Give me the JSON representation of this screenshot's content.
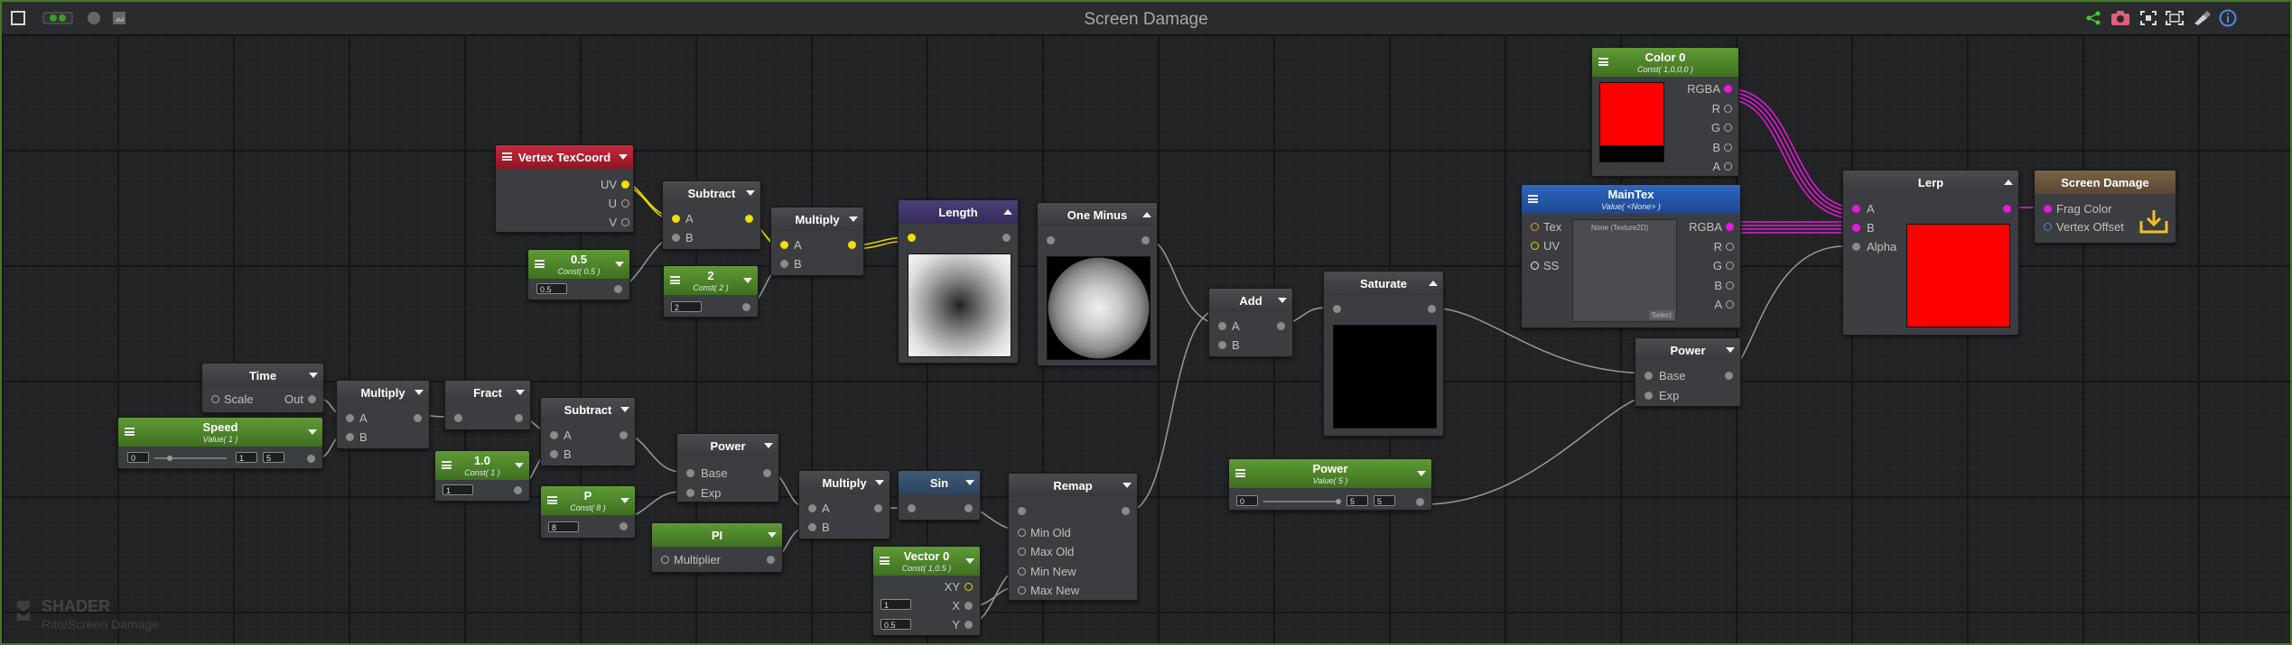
{
  "window": {
    "title": "Screen Damage"
  },
  "watermark": {
    "line1": "SHADER",
    "line2": "Rito/Screen Damage"
  },
  "colors": {
    "accent_green": "#3f7a25",
    "float_wire": "#f0e000",
    "color_wire": "#e818e0",
    "output_red": "#ff0000"
  },
  "toolbar": {
    "left_icons": [
      "window-icon",
      "toggle-icon",
      "record-icon",
      "image-icon"
    ],
    "right_icons": [
      "share-icon",
      "camera-icon",
      "fit-icon",
      "frame-icon",
      "brush-icon",
      "info-icon"
    ]
  },
  "nodes": {
    "vertex_texcoord": {
      "title": "Vertex TexCoord",
      "ports": {
        "uv": "UV",
        "u": "U",
        "v": "V"
      }
    },
    "const_05": {
      "title": "0.5",
      "subtitle": "Const( 0.5 )",
      "value": "0.5"
    },
    "subtract_1": {
      "title": "Subtract",
      "a": "A",
      "b": "B"
    },
    "const_2": {
      "title": "2",
      "subtitle": "Const( 2 )",
      "value": "2"
    },
    "multiply_1": {
      "title": "Multiply",
      "a": "A",
      "b": "B"
    },
    "length": {
      "title": "Length"
    },
    "one_minus": {
      "title": "One Minus"
    },
    "add": {
      "title": "Add",
      "a": "A",
      "b": "B"
    },
    "saturate": {
      "title": "Saturate"
    },
    "time": {
      "title": "Time",
      "scale": "Scale",
      "out": "Out"
    },
    "speed": {
      "title": "Speed",
      "subtitle": "Value( 1 )",
      "min": "0",
      "value": "1",
      "max": "5"
    },
    "multiply_2": {
      "title": "Multiply",
      "a": "A",
      "b": "B"
    },
    "fract": {
      "title": "Fract"
    },
    "const_1": {
      "title": "1.0",
      "subtitle": "Const( 1 )",
      "value": "1"
    },
    "subtract_2": {
      "title": "Subtract",
      "a": "A",
      "b": "B"
    },
    "p": {
      "title": "P",
      "subtitle": "Const( 8 )",
      "value": "8"
    },
    "power_1": {
      "title": "Power",
      "base": "Base",
      "exp": "Exp"
    },
    "pi": {
      "title": "PI",
      "multiplier": "Multiplier"
    },
    "multiply_3": {
      "title": "Multiply",
      "a": "A",
      "b": "B"
    },
    "sin": {
      "title": "Sin"
    },
    "vector0": {
      "title": "Vector 0",
      "subtitle": "Const( 1,0.5 )",
      "xy": "XY",
      "x": "X",
      "y": "Y",
      "xval": "1",
      "yval": "0.5"
    },
    "remap": {
      "title": "Remap",
      "min_old": "Min Old",
      "max_old": "Max Old",
      "min_new": "Min New",
      "max_new": "Max New"
    },
    "power_value": {
      "title": "Power",
      "subtitle": "Value( 5 )",
      "min": "0",
      "value": "5",
      "max": "5"
    },
    "color0": {
      "title": "Color 0",
      "subtitle": "Const( 1,0,0,0 )",
      "rgba": "RGBA",
      "r": "R",
      "g": "G",
      "b": "B",
      "a": "A"
    },
    "maintex": {
      "title": "MainTex",
      "subtitle": "Value( <None> )",
      "tex": "Tex",
      "uv": "UV",
      "ss": "SS",
      "rgba": "RGBA",
      "r": "R",
      "g": "G",
      "b": "B",
      "a": "A",
      "none_label": "None (Texture2D)",
      "select": "Select"
    },
    "power_2": {
      "title": "Power",
      "base": "Base",
      "exp": "Exp"
    },
    "lerp": {
      "title": "Lerp",
      "a": "A",
      "b": "B",
      "alpha": "Alpha"
    },
    "screen_damage": {
      "title": "Screen Damage",
      "frag": "Frag Color",
      "vertex": "Vertex Offset"
    }
  }
}
